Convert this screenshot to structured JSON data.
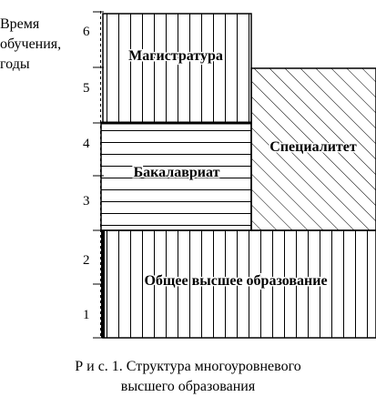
{
  "axis": {
    "title_lines": [
      "Время",
      "обучения,",
      "годы"
    ],
    "ticks": [
      "1",
      "2",
      "3",
      "4",
      "5",
      "6"
    ]
  },
  "blocks": {
    "magistratura": "Магистратура",
    "bakalavriat": "Бакалавриат",
    "specialitet": "Специалитет",
    "obshchee": "Общее высшее образование"
  },
  "caption": {
    "line1": "Р и с. 1. Структура многоуровневого",
    "line2": "высшего образования"
  }
}
